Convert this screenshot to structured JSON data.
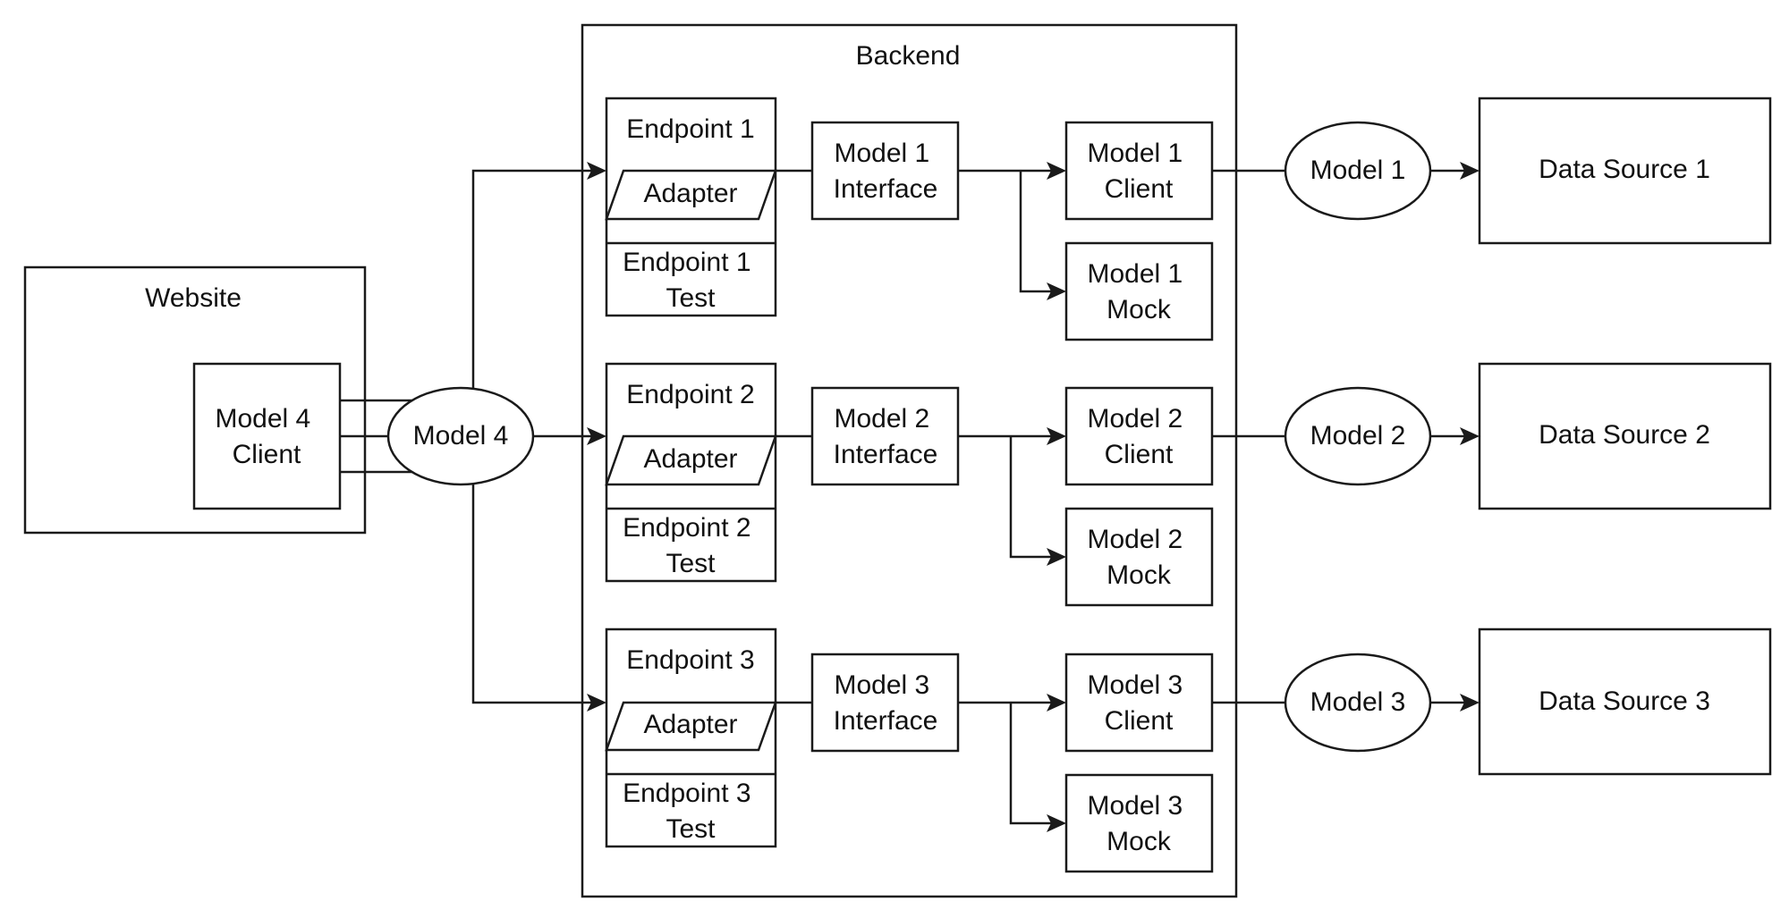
{
  "diagram": {
    "website": {
      "title": "Website",
      "client": [
        "Model 4",
        "Client"
      ]
    },
    "gateway": "Model 4",
    "backend": {
      "title": "Backend",
      "groups": [
        {
          "endpoint": "Endpoint 1",
          "adapter": "Adapter",
          "test": [
            "Endpoint 1",
            "Test"
          ],
          "interface": [
            "Model 1",
            "Interface"
          ],
          "client": [
            "Model 1",
            "Client"
          ],
          "mock": [
            "Model 1",
            "Mock"
          ]
        },
        {
          "endpoint": "Endpoint 2",
          "adapter": "Adapter",
          "test": [
            "Endpoint 2",
            "Test"
          ],
          "interface": [
            "Model 2",
            "Interface"
          ],
          "client": [
            "Model 2",
            "Client"
          ],
          "mock": [
            "Model 2",
            "Mock"
          ]
        },
        {
          "endpoint": "Endpoint 3",
          "adapter": "Adapter",
          "test": [
            "Endpoint 3",
            "Test"
          ],
          "interface": [
            "Model 3",
            "Interface"
          ],
          "client": [
            "Model 3",
            "Client"
          ],
          "mock": [
            "Model 3",
            "Mock"
          ]
        }
      ]
    },
    "models": [
      "Model 1",
      "Model 2",
      "Model 3"
    ],
    "data_sources": [
      "Data Source 1",
      "Data Source 2",
      "Data Source 3"
    ]
  }
}
